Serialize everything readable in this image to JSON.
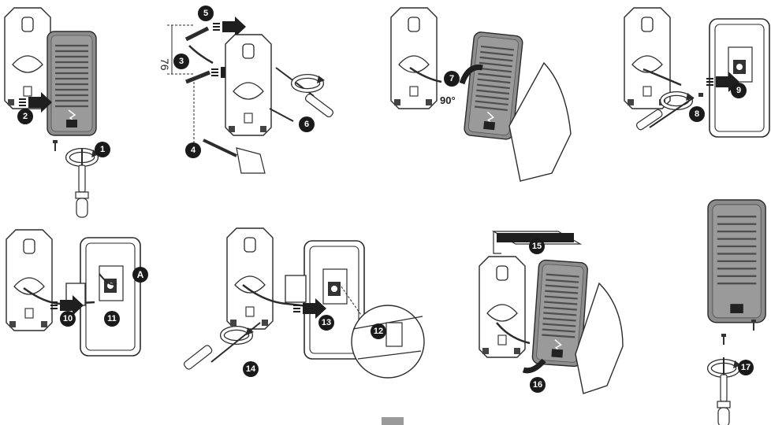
{
  "steps": [
    "1",
    "2",
    "3",
    "4",
    "5",
    "6",
    "7",
    "8",
    "9",
    "10",
    "11",
    "12",
    "13",
    "14",
    "15",
    "16",
    "17"
  ],
  "marker_a": "A",
  "angle_label": "90°",
  "dimension_label": "76",
  "colors": {
    "ink": "#1f1f1f",
    "line": "#2b2b2b",
    "speaker_face": "#8c8c8c",
    "grille": "#5a5a5a",
    "plate": "#ffffff",
    "badge": "#1a1a1a",
    "page_marker": "#9a9a9a"
  },
  "icons": [
    "screwdriver-icon",
    "rotate-arrow-icon",
    "push-arrow-icon",
    "drill-icon",
    "hand-icon",
    "wall-plug-icon",
    "screw-icon",
    "connector-block-icon",
    "zoom-circle-icon"
  ]
}
